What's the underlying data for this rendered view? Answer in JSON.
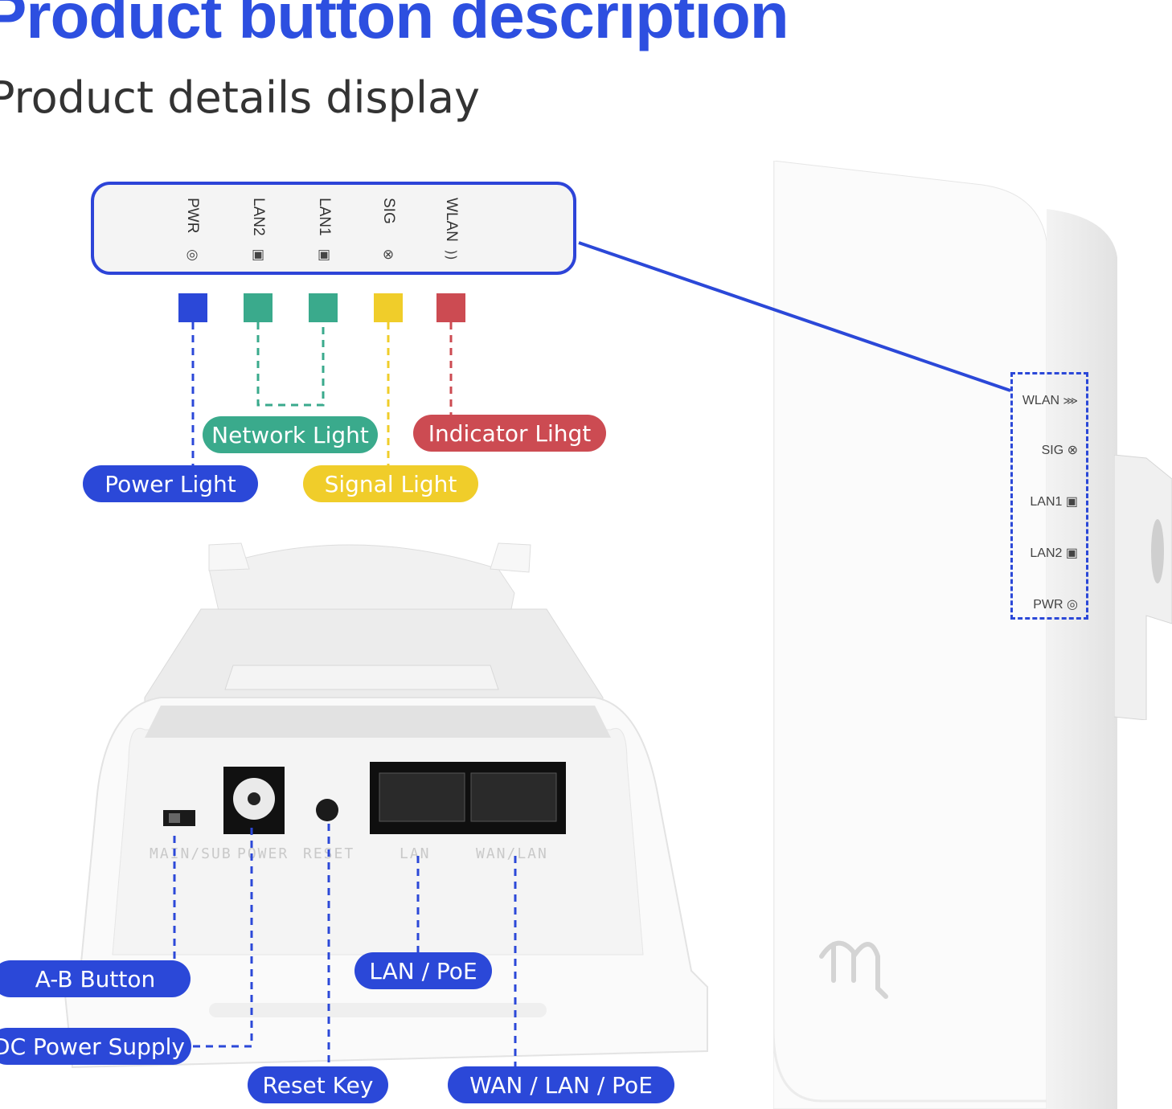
{
  "header": {
    "title": "Product button description",
    "subtitle": "Product details display"
  },
  "led_panel": {
    "items": [
      {
        "label": "PWR",
        "icon": "power-icon",
        "symbol": "◎"
      },
      {
        "label": "LAN2",
        "icon": "lan-port-icon",
        "symbol": "▣"
      },
      {
        "label": "LAN1",
        "icon": "lan-port-icon",
        "symbol": "▣"
      },
      {
        "label": "SIG",
        "icon": "signal-icon",
        "symbol": "⊗"
      },
      {
        "label": "WLAN",
        "icon": "wifi-icon",
        "symbol": "))"
      }
    ]
  },
  "legend": {
    "power_light": "Power Light",
    "network_light": "Network Light",
    "signal_light": "Signal Light",
    "indicator_light": "Indicator Lihgt"
  },
  "device_side_leds": [
    {
      "label": "WLAN",
      "icon": "wifi-icon",
      "symbol": "⋙"
    },
    {
      "label": "SIG",
      "icon": "signal-icon",
      "symbol": "⊗"
    },
    {
      "label": "LAN1",
      "icon": "lan-port-icon",
      "symbol": "▣"
    },
    {
      "label": "LAN2",
      "icon": "lan-port-icon",
      "symbol": "▣"
    },
    {
      "label": "PWR",
      "icon": "power-icon",
      "symbol": "◎"
    }
  ],
  "ports": {
    "labels": [
      "MAIN/SUB",
      "POWER",
      "RESET",
      "LAN",
      "WAN/LAN"
    ]
  },
  "callouts": {
    "ab_button": "A-B Button",
    "dc_power": "DC Power Supply",
    "reset_key": "Reset Key",
    "lan_poe": "LAN / PoE",
    "wan_lan_poe": "WAN / LAN / PoE"
  },
  "colors": {
    "title_blue": "#2d4fe0",
    "power": "#2b48d8",
    "network": "#3aaa8c",
    "signal": "#f0cd2a",
    "indicator": "#cc4b52"
  }
}
